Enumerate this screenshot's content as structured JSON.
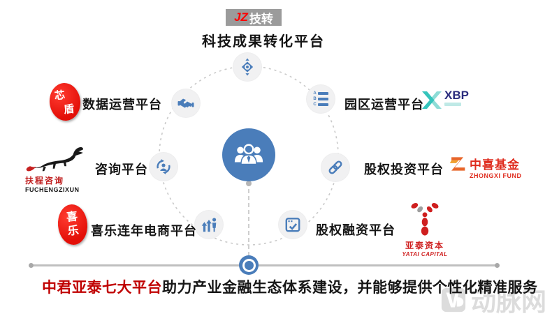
{
  "header": {
    "badge_jz": "JZ",
    "badge_suffix": "技转",
    "top_platform_label": "科技成果转化平台"
  },
  "platforms": {
    "data_ops": {
      "label": "数据运营平台",
      "badge_char1": "芯",
      "badge_char2": "盾"
    },
    "park_ops": {
      "label": "园区运营平台",
      "brand_name": "XBP"
    },
    "consulting": {
      "label": "咨询平台",
      "brand_cn": "扶程咨询",
      "brand_en": "FUCHENGZIXUN"
    },
    "equity_investment": {
      "label": "股权投资平台",
      "brand_cn": "中喜基金",
      "brand_en": "ZHONGXI FUND"
    },
    "ecommerce": {
      "label": "喜乐连年电商平台",
      "badge_char1": "喜",
      "badge_char2": "乐"
    },
    "equity_financing": {
      "label": "股权融资平台",
      "brand_cn": "亚泰资本",
      "brand_en": "YATAI CAPITAL"
    }
  },
  "list_icon_letters": {
    "a": "A",
    "b": "B",
    "c": "C"
  },
  "footer": {
    "highlight": "中君亚泰七大平台",
    "rest": "助力产业金融生态体系建设，并能够提供个性化精准服务",
    "watermark": "动脉网"
  },
  "colors": {
    "accent_blue": "#4a7dba",
    "node_gray": "#f1f1f2",
    "badge_red": "#e30f08",
    "footer_red": "#c00000",
    "brand_red": "#c02020",
    "xbp_teal": "#35c4bc",
    "xbp_navy": "#2b2d7e",
    "jz_box_gray": "#9b9b9b",
    "dashed_gray": "#c9c9c9"
  }
}
